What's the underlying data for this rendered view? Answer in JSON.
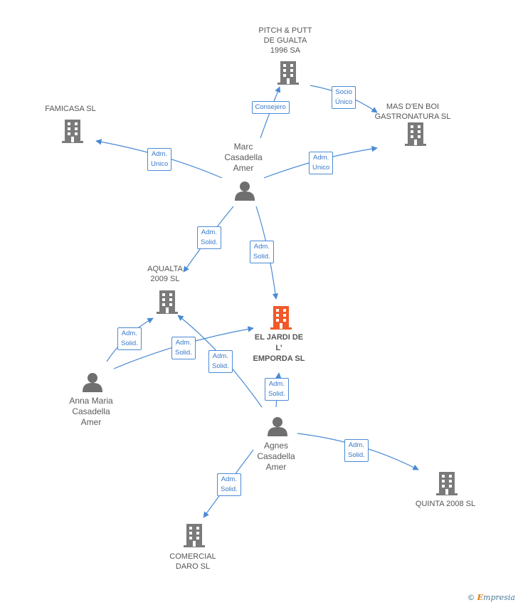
{
  "colors": {
    "edge": "#4a8ad4",
    "company_icon": "#7a7a7a",
    "focus_icon": "#f05a28",
    "person_icon": "#6f6f6f"
  },
  "nodes": [
    {
      "id": "pitch",
      "type": "company",
      "label": "PITCH & PUTT\nDE GUALTA\n1996 SA",
      "icon": "building-icon"
    },
    {
      "id": "masdenboi",
      "type": "company",
      "label": "MAS D'EN BOI\nGASTRONATURA SL",
      "icon": "building-icon"
    },
    {
      "id": "famicasa",
      "type": "company",
      "label": "FAMICASA SL",
      "icon": "building-icon"
    },
    {
      "id": "marc",
      "type": "person",
      "label": "Marc\nCasadella\nAmer",
      "icon": "person-icon"
    },
    {
      "id": "aqualta",
      "type": "company",
      "label": "AQUALTA\n2009 SL",
      "icon": "building-icon"
    },
    {
      "id": "jardi",
      "type": "focus",
      "label": "EL JARDI DE\nL'\nEMPORDA SL",
      "icon": "building-icon"
    },
    {
      "id": "anna",
      "type": "person",
      "label": "Anna Maria\nCasadella\nAmer",
      "icon": "person-icon"
    },
    {
      "id": "agnes",
      "type": "person",
      "label": "Agnes\nCasadella\nAmer",
      "icon": "person-icon"
    },
    {
      "id": "quinta",
      "type": "company",
      "label": "QUINTA 2008 SL",
      "icon": "building-icon"
    },
    {
      "id": "comercial",
      "type": "company",
      "label": "COMERCIAL\nDARO SL",
      "icon": "building-icon"
    }
  ],
  "edges": [
    {
      "from": "marc",
      "to": "pitch",
      "label": "Consejero"
    },
    {
      "from": "pitch",
      "to": "masdenboi",
      "label": "Socio\nÚnico"
    },
    {
      "from": "marc",
      "to": "famicasa",
      "label": "Adm.\nUnico"
    },
    {
      "from": "marc",
      "to": "masdenboi",
      "label": "Adm.\nUnico"
    },
    {
      "from": "marc",
      "to": "aqualta",
      "label": "Adm.\nSolid."
    },
    {
      "from": "marc",
      "to": "jardi",
      "label": "Adm.\nSolid."
    },
    {
      "from": "anna",
      "to": "aqualta",
      "label": "Adm.\nSolid."
    },
    {
      "from": "anna",
      "to": "jardi",
      "label": "Adm.\nSolid."
    },
    {
      "from": "agnes",
      "to": "aqualta",
      "label": "Adm.\nSolid."
    },
    {
      "from": "agnes",
      "to": "jardi",
      "label": "Adm.\nSolid."
    },
    {
      "from": "agnes",
      "to": "quinta",
      "label": "Adm.\nSolid."
    },
    {
      "from": "agnes",
      "to": "comercial",
      "label": "Adm.\nSolid."
    }
  ],
  "watermark": {
    "copyright": "©",
    "brand_initial": "E",
    "brand_rest": "mpresia"
  }
}
